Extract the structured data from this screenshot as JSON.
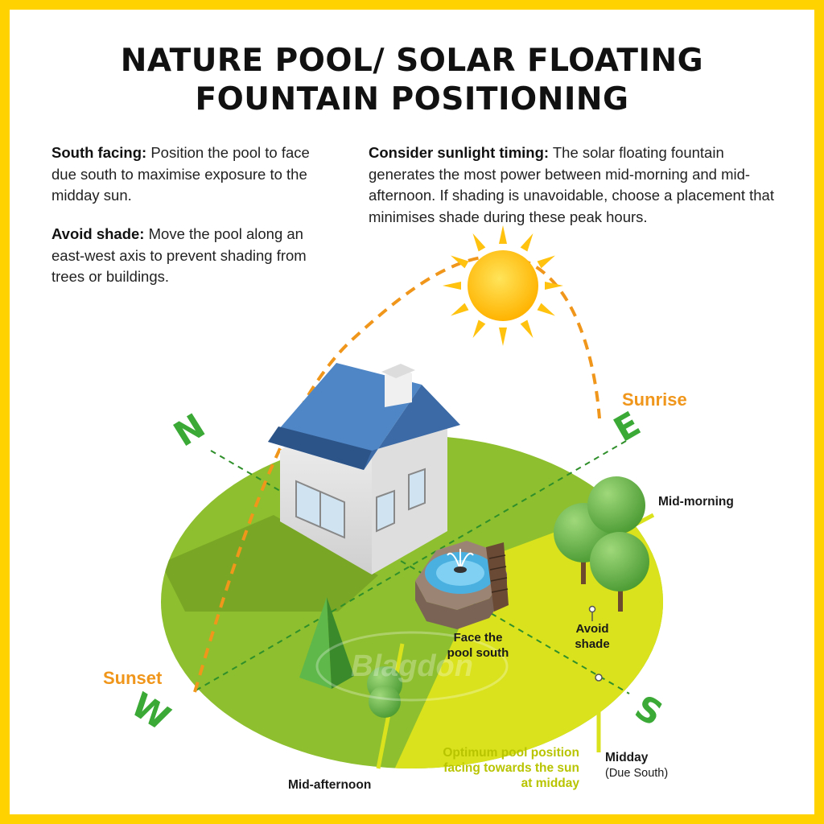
{
  "title": {
    "line1": "NATURE POOL/ SOLAR FLOATING",
    "line2": "FOUNTAIN POSITIONING"
  },
  "tips": {
    "south": {
      "heading": "South facing:",
      "text": " Position the pool to face due south to maximise exposure to the midday sun."
    },
    "shade": {
      "heading": "Avoid shade:",
      "text": " Move the pool along an east-west axis to prevent shading from trees or buildings."
    },
    "sunlight": {
      "heading": "Consider sunlight timing:",
      "text": " The solar floating fountain generates the most power between mid-morning and mid-afternoon. If shading is unavoidable, choose a placement that minimises shade during these peak hours."
    }
  },
  "compass": {
    "north": "N",
    "east": "E",
    "south": "S",
    "west": "W"
  },
  "labels": {
    "sunrise": "Sunrise",
    "sunset": "Sunset",
    "mid_morning": "Mid-morning",
    "mid_afternoon": "Mid-afternoon",
    "avoid_shade_1": "Avoid",
    "avoid_shade_2": "shade",
    "face_pool_1": "Face the",
    "face_pool_2": "pool south",
    "optimum_1": "Optimum pool position",
    "optimum_2": "facing towards the sun",
    "optimum_3": "at midday",
    "midday": "Midday",
    "due_south": "(Due South)"
  },
  "watermark": "Blagdon",
  "colors": {
    "frame": "#ffd200",
    "ground": "#8dbf2e",
    "sun_zone": "#d9e21c",
    "compass_letters": "#3aa935",
    "sun_path": "#f0961b",
    "sun": "#ffc20e",
    "roof": "#4f86c6",
    "optimum_text": "#b8c400"
  },
  "icons": [
    "sun-icon",
    "house-icon",
    "fountain-pool-icon",
    "tree-icon",
    "conifer-icon",
    "bush-icon"
  ]
}
